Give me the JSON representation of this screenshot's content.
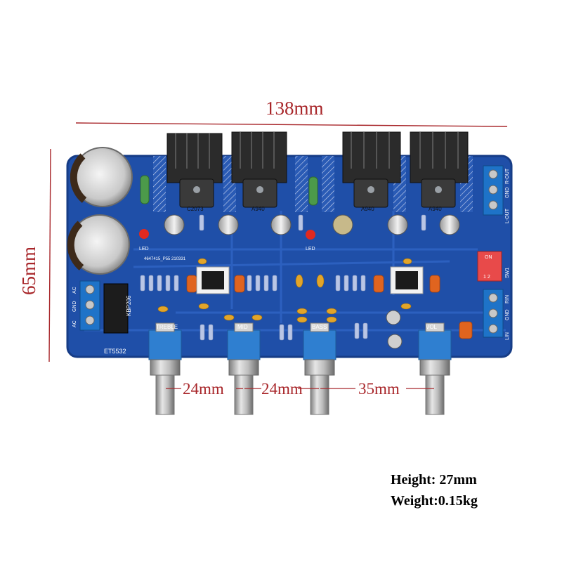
{
  "dimensions": {
    "width": "138mm",
    "height": "65mm",
    "gap1": "24mm",
    "gap2": "24mm",
    "gap3": "35mm"
  },
  "specs": {
    "height": "Height: 27mm",
    "weight": "Weight:0.15kg"
  },
  "board": {
    "color": "#1f4fa8",
    "model": "ET5532",
    "rectifier": "KBP206",
    "trim_label": "4647415_P55 210331",
    "transistor_1": "C2073",
    "transistor_2": "A940",
    "transistor_3": "A940",
    "transistor_4": "A940",
    "led_left": "LED",
    "led_right": "LED",
    "knob_treble": "TREBLE",
    "knob_mid": "MID",
    "knob_bass": "BASS",
    "knob_vol": "VOL",
    "power_terminal": [
      "AC",
      "GND",
      "AC"
    ],
    "output_terminal": [
      "L-OUT",
      "GND",
      "R-OUT"
    ],
    "input_terminal": [
      "LIN",
      "GND",
      "RIN"
    ],
    "switch_label": "SW1",
    "switch_on": "ON",
    "switch_pos": "1 2"
  },
  "dimension_color": "#a8262a"
}
